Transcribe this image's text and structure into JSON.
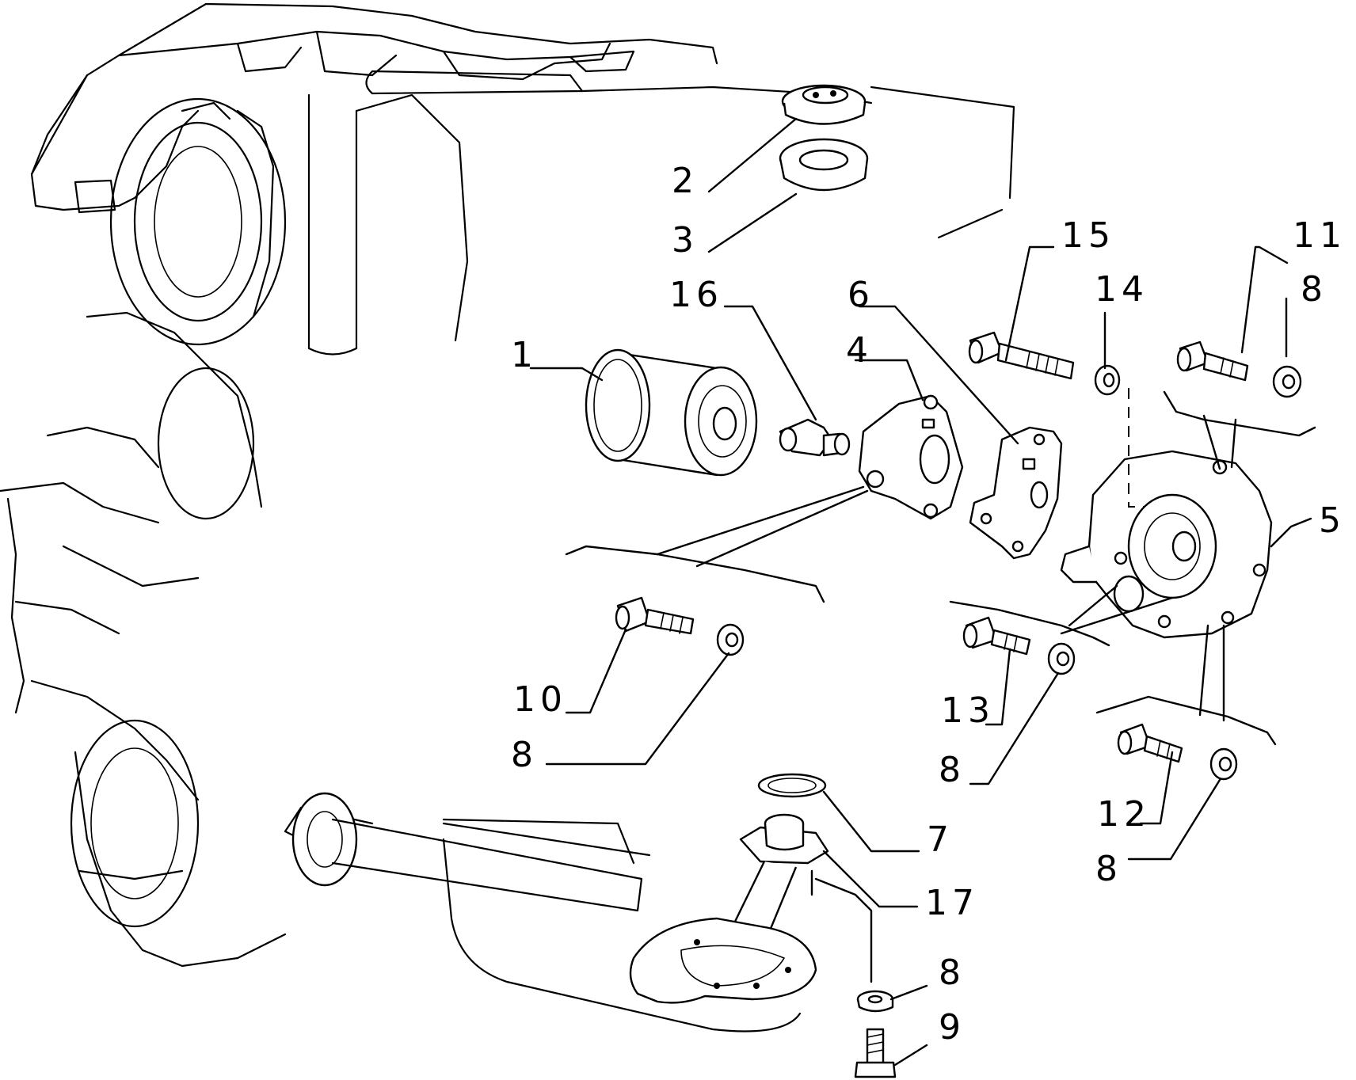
{
  "labels": [
    {
      "id": "2",
      "text": "2"
    },
    {
      "id": "3",
      "text": "3"
    },
    {
      "id": "16",
      "text": "16"
    },
    {
      "id": "1",
      "text": "1"
    },
    {
      "id": "6",
      "text": "6"
    },
    {
      "id": "4",
      "text": "4"
    },
    {
      "id": "15",
      "text": "15"
    },
    {
      "id": "14",
      "text": "14"
    },
    {
      "id": "11",
      "text": "11"
    },
    {
      "id": "8a",
      "text": "8"
    },
    {
      "id": "5",
      "text": "5"
    },
    {
      "id": "10",
      "text": "10"
    },
    {
      "id": "8b",
      "text": "8"
    },
    {
      "id": "13",
      "text": "13"
    },
    {
      "id": "8c",
      "text": "8"
    },
    {
      "id": "12",
      "text": "12"
    },
    {
      "id": "8d",
      "text": "8"
    },
    {
      "id": "7",
      "text": "7"
    },
    {
      "id": "17",
      "text": "17"
    },
    {
      "id": "8e",
      "text": "8"
    },
    {
      "id": "9",
      "text": "9"
    }
  ]
}
